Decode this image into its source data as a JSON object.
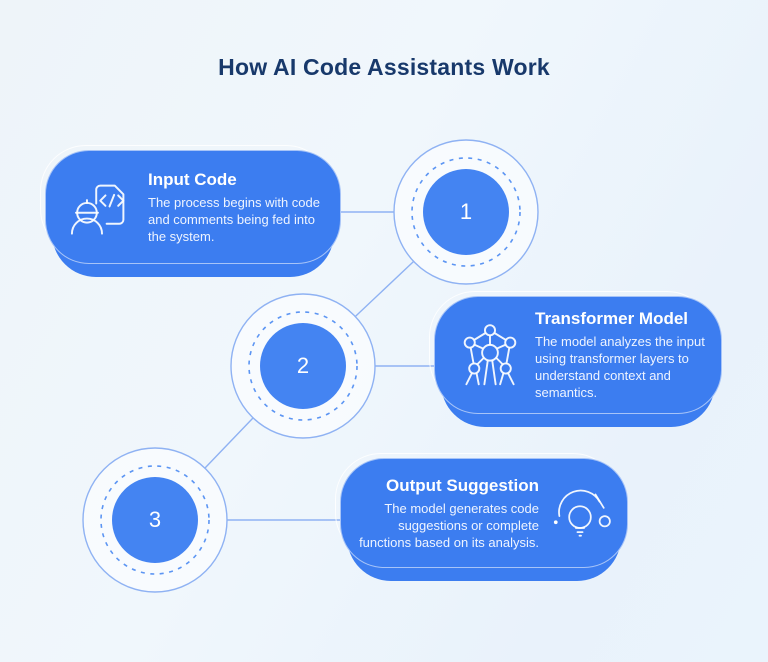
{
  "title": "How AI Code Assistants Work",
  "colors": {
    "card_blue": "#3c7df0",
    "circle_blue": "#4484f2",
    "line_blue": "#8fb2f3",
    "title_navy": "#18396b",
    "background": "#eef4fa"
  },
  "steps": [
    {
      "number": "1",
      "title": "Input Code",
      "description": "The process begins with code\nand comments being fed into\nthe system.",
      "icon": "engineer-code-document-icon"
    },
    {
      "number": "2",
      "title": "Transformer Model",
      "description": "The model analyzes the input\nusing transformer layers to\nunderstand context and\nsemantics.",
      "icon": "neural-network-icon"
    },
    {
      "number": "3",
      "title": "Output Suggestion",
      "description": "The model generates code\nsuggestions or complete\nfunctions based on its analysis.",
      "icon": "lightbulb-idea-icon"
    }
  ]
}
